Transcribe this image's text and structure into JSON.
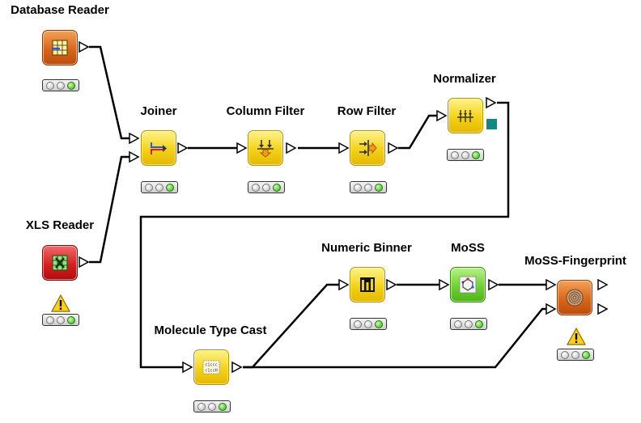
{
  "workflow": {
    "nodes": {
      "database_reader": {
        "title": "Database Reader",
        "color": "#d9661a",
        "icon": "database-table-icon",
        "status": "green",
        "warning": false
      },
      "xls_reader": {
        "title": "XLS Reader",
        "color": "#d62020",
        "icon": "excel-file-icon",
        "status": "green",
        "warning": true
      },
      "joiner": {
        "title": "Joiner",
        "color": "#f3d21a",
        "icon": "join-arrows-icon",
        "status": "green",
        "warning": false
      },
      "column_filter": {
        "title": "Column Filter",
        "color": "#f3d21a",
        "icon": "column-filter-icon",
        "status": "green",
        "warning": false
      },
      "row_filter": {
        "title": "Row Filter",
        "color": "#f3d21a",
        "icon": "row-filter-icon",
        "status": "green",
        "warning": false
      },
      "normalizer": {
        "title": "Normalizer",
        "color": "#f3d21a",
        "icon": "normalizer-icon",
        "status": "green",
        "warning": false
      },
      "molecule_type_cast": {
        "title": "Molecule Type Cast",
        "color": "#f3d21a",
        "icon": "molecule-cast-icon",
        "status": "green",
        "warning": false
      },
      "numeric_binner": {
        "title": "Numeric Binner",
        "color": "#f3d21a",
        "icon": "binner-icon",
        "status": "green",
        "warning": false
      },
      "moss": {
        "title": "MoSS",
        "color": "#6fd233",
        "icon": "molecule-icon",
        "status": "green",
        "warning": false
      },
      "moss_fingerprint": {
        "title": "MoSS-Fingerprint",
        "color": "#d9661a",
        "icon": "fingerprint-icon",
        "status": "green",
        "warning": true
      }
    }
  }
}
